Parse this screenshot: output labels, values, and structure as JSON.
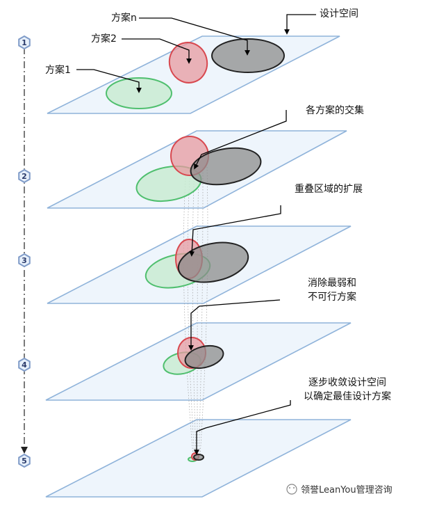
{
  "labels": {
    "design_space": "设计空间",
    "scheme_n": "方案n",
    "scheme_2": "方案2",
    "scheme_1": "方案1",
    "intersection": "各方案的交集",
    "expand_overlap": "重叠区域的扩展",
    "eliminate_line1": "消除最弱和",
    "eliminate_line2": "不可行方案",
    "converge_line1": "逐步收敛设计空间",
    "converge_line2": "以确定最佳设计方案"
  },
  "steps": [
    "1",
    "2",
    "3",
    "4",
    "5"
  ],
  "watermark": "领誉LeanYou管理咨询",
  "colors": {
    "plane_fill": "#eef5fc",
    "plane_stroke": "#8fb3da",
    "red": "#d8484f",
    "red_fill": "#e79aa0",
    "green": "#4fbf6e",
    "green_fill": "#c9ebd2",
    "gray": "#222222",
    "gray_fill": "#8c8c8c",
    "hex_stroke": "#7f9bc8",
    "hex_fill": "#e7f0fb"
  }
}
